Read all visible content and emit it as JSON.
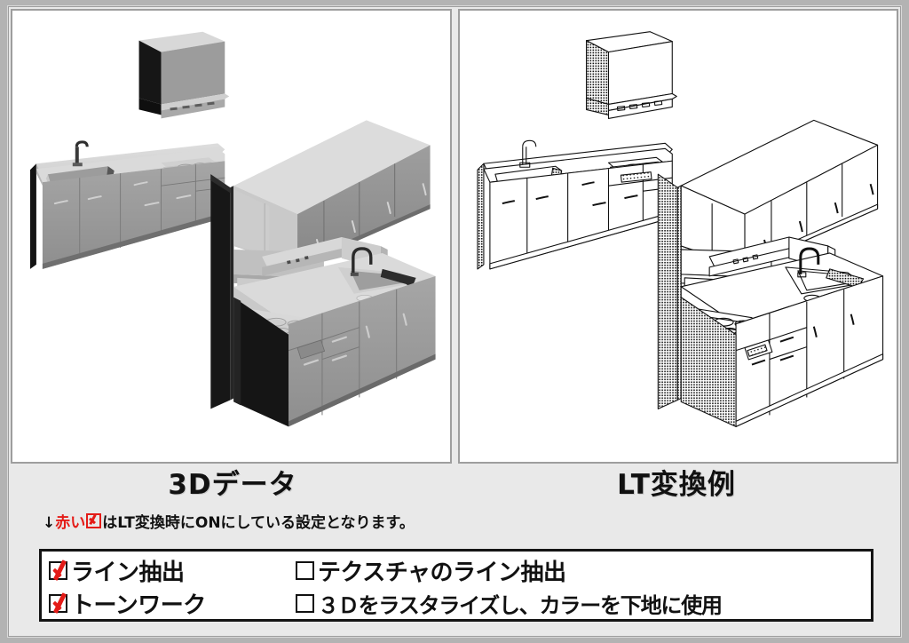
{
  "panels": [
    {
      "id": "three-d",
      "caption": "3Dデータ",
      "style": "shaded-3d-render"
    },
    {
      "id": "lt-converted",
      "caption": "LT変換例",
      "style": "line-art-with-tone"
    }
  ],
  "note": {
    "arrow": "↓",
    "red_text": "赤い",
    "red_checkbox": "☑",
    "rest": "はLT変換時にONにしている設定となります。",
    "full": "↓赤い☑はLT変換時にONにしている設定となります。",
    "red_color": "#e41b17"
  },
  "options": [
    {
      "label": "ライン抽出",
      "checked": true,
      "column": 1
    },
    {
      "label": "テクスチャのライン抽出",
      "checked": false,
      "column": 2
    },
    {
      "label": "トーンワーク",
      "checked": true,
      "column": 1
    },
    {
      "label": "３Ｄをラスタライズし、カラーを下地に使用",
      "checked": false,
      "column": 2
    }
  ],
  "colors": {
    "outer_background": "#b3b3b3",
    "inner_background": "#e9e9e9",
    "panel_background": "#ffffff",
    "panel_border": "#9e9e9e",
    "box_border": "#141414",
    "accent_red": "#e41b17",
    "render_top_face": "#d6d6d6",
    "render_front_face": "#9a9a9a",
    "render_dark_face": "#141414"
  },
  "scene": {
    "subject": "system-kitchen",
    "parts": [
      "range-hood",
      "upper-wall-cabinets",
      "counter-with-sink",
      "cooktop",
      "base-cabinets",
      "faucet"
    ]
  }
}
